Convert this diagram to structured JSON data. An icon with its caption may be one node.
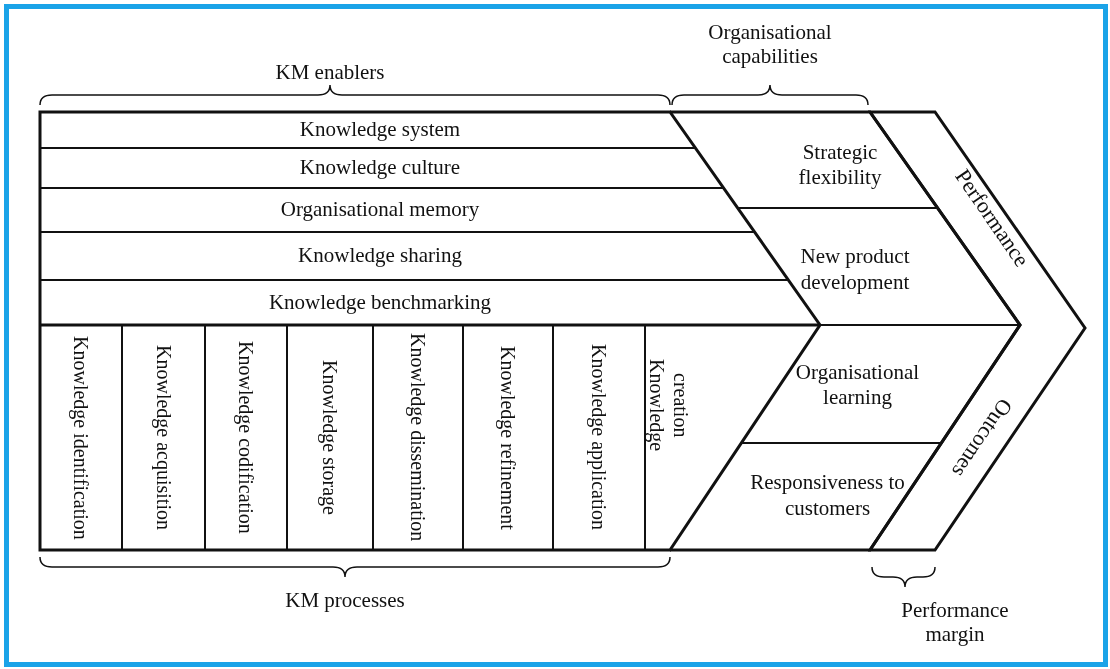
{
  "diagram": {
    "nodes": [
      {
        "text": [
          "Knowledge system"
        ]
      },
      {
        "text": [
          "Knowledge culture"
        ]
      },
      {
        "text": [
          "Organisational memory"
        ]
      },
      {
        "text": [
          "Knowledge sharing"
        ]
      },
      {
        "text": [
          "Knowledge benchmarking"
        ]
      },
      {
        "text": [
          "Knowledge identification"
        ]
      },
      {
        "text": [
          "Knowledge acquisition"
        ]
      },
      {
        "text": [
          "Knowledge codification"
        ]
      },
      {
        "text": [
          "Knowledge storage"
        ]
      },
      {
        "text": [
          "Knowledge dissemination"
        ]
      },
      {
        "text": [
          "Knowledge refinement"
        ]
      },
      {
        "text": [
          "Knowledge application"
        ]
      },
      {
        "text": [
          "Knowledge creation"
        ]
      },
      {
        "text": [
          "Strategic flexibility"
        ]
      },
      {
        "text": [
          "New product development"
        ]
      },
      {
        "text": [
          "Organisational learning"
        ]
      },
      {
        "text": [
          "Responsiveness to customers"
        ]
      },
      {
        "text": [
          "Performance",
          "Outcomes"
        ]
      }
    ],
    "labels": [
      "KM enablers",
      "Organisational capabilities",
      "KM processes",
      "Performance margin"
    ]
  }
}
